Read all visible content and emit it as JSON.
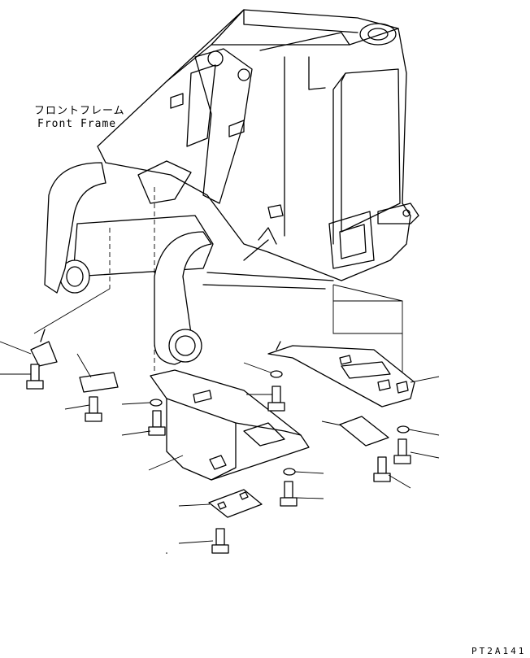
{
  "labels": {
    "front_frame_ja": "フロントフレーム",
    "front_frame_en": "Front Frame",
    "figure_code": "PT2A141"
  }
}
